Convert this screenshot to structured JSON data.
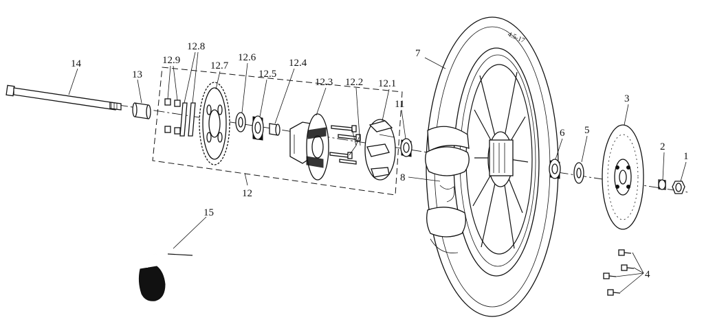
{
  "diagram": {
    "tire_size": "4.5-17",
    "callouts": {
      "p1": "1",
      "p2": "2",
      "p3": "3",
      "p4": "4",
      "p5": "5",
      "p6": "6",
      "p7": "7",
      "p8": "8",
      "p11": "11",
      "p12": "12",
      "p12_1": "12.1",
      "p12_2": "12.2",
      "p12_3": "12.3",
      "p12_4": "12.4",
      "p12_5": "12.5",
      "p12_6": "12.6",
      "p12_7": "12.7",
      "p12_8": "12.8",
      "p12_9": "12.9",
      "p13": "13",
      "p14": "14",
      "p15": "15"
    }
  }
}
